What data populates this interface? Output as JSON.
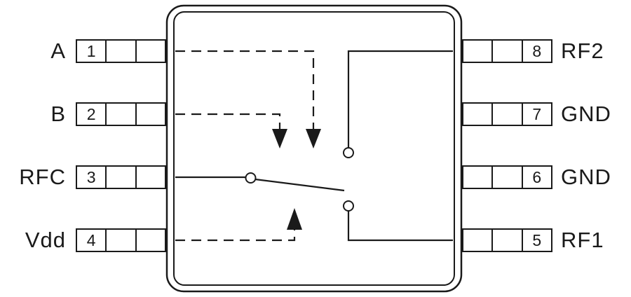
{
  "colors": {
    "line": "#1a1a1a",
    "background": "#ffffff"
  },
  "pins": {
    "left": [
      {
        "number": "1",
        "label": "A"
      },
      {
        "number": "2",
        "label": "B"
      },
      {
        "number": "3",
        "label": "RFC"
      },
      {
        "number": "4",
        "label": "Vdd"
      }
    ],
    "right": [
      {
        "number": "8",
        "label": "RF2"
      },
      {
        "number": "7",
        "label": "GND"
      },
      {
        "number": "6",
        "label": "GND"
      },
      {
        "number": "5",
        "label": "RF1"
      }
    ]
  }
}
